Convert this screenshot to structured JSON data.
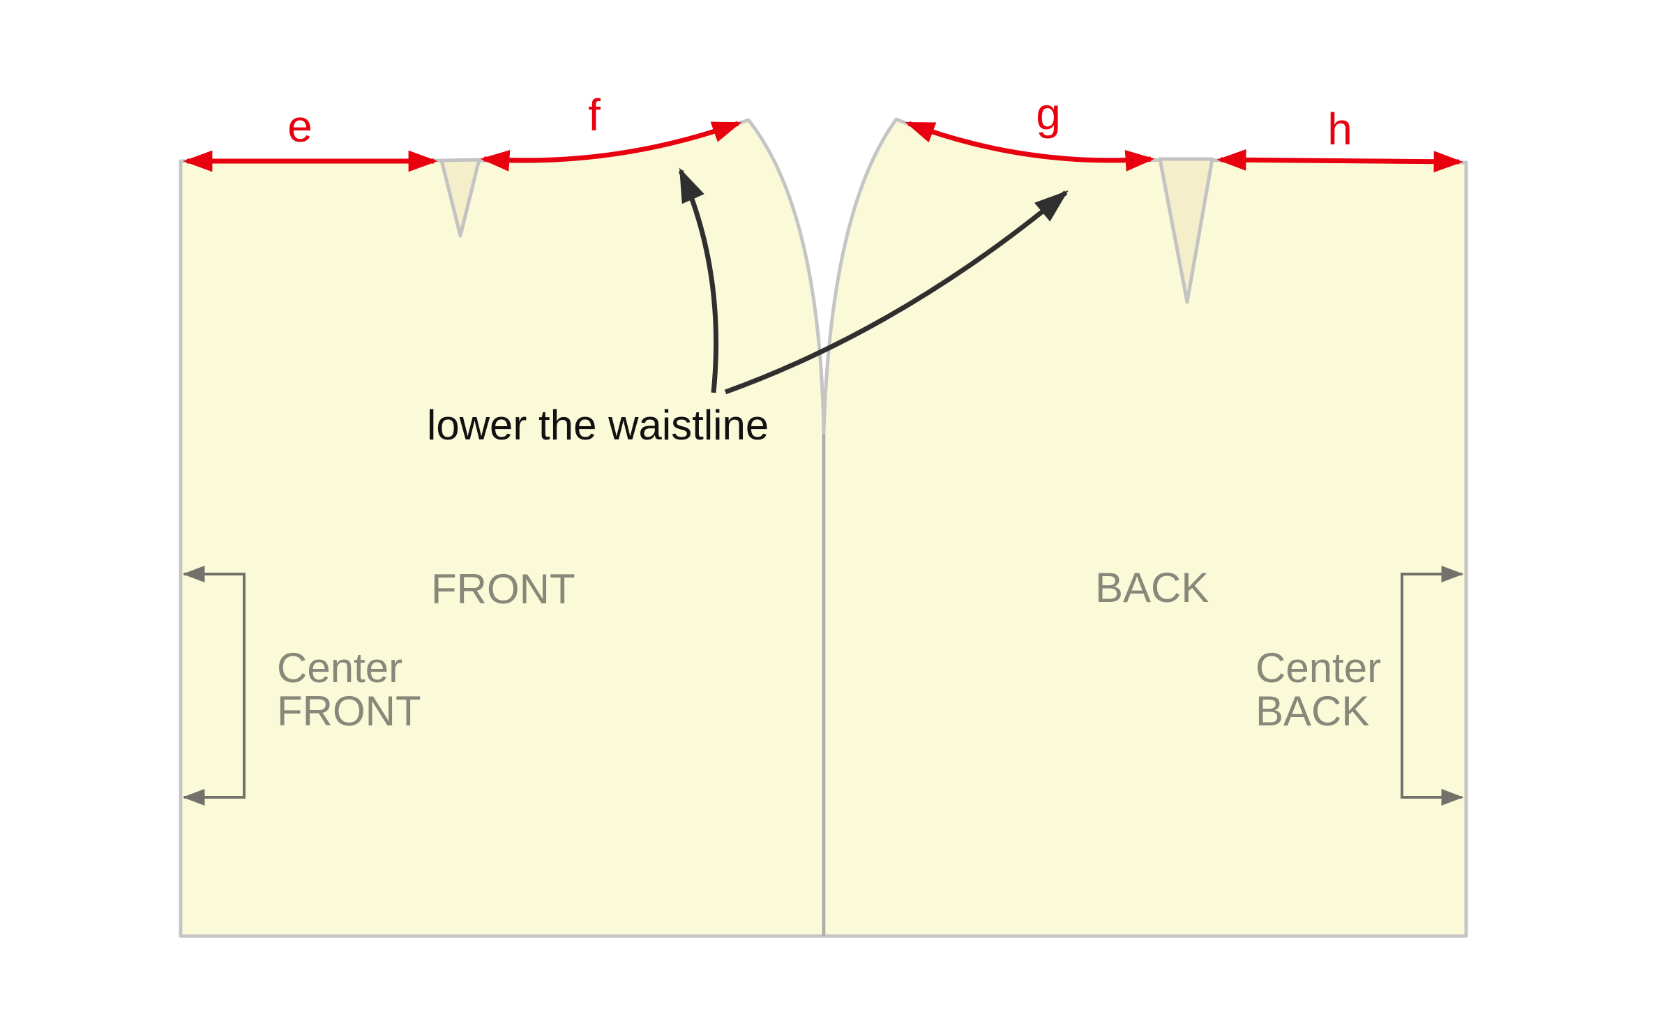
{
  "diagram": {
    "note": "lower the waistline",
    "pieces": {
      "front_label": "FRONT",
      "back_label": "BACK",
      "center_front_line1": "Center",
      "center_front_line2": "FRONT",
      "center_back_line1": "Center",
      "center_back_line2": "BACK"
    },
    "measures": {
      "e": "e",
      "f": "f",
      "g": "g",
      "h": "h"
    },
    "colors": {
      "piece_fill": "#fafad9",
      "dart_fill": "#f5eeca",
      "outline_gray": "#c5c5c5",
      "seam_gray": "#acacac",
      "measure_red": "#e8000f",
      "label_gray": "#87877a",
      "bracket_gray": "#72726a",
      "annotation_black": "#2f2f2f",
      "background": "#ffffff"
    }
  }
}
